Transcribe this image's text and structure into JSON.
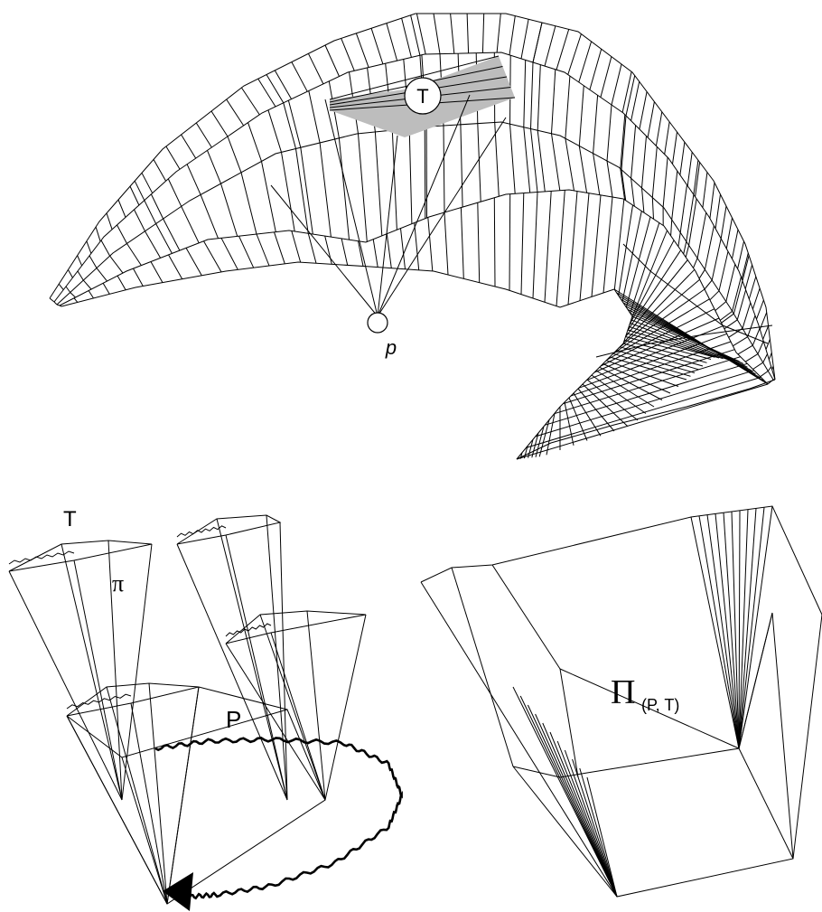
{
  "labels": {
    "top_tile": "T",
    "point": "p",
    "cone_top": "T",
    "cone_pi": "π",
    "base_polygon": "P",
    "big_pi": "Π",
    "big_pi_sub": "(P, T)"
  },
  "colors": {
    "stroke": "#000000",
    "highlight_tile": "#bdbdbd",
    "background": "#ffffff"
  }
}
